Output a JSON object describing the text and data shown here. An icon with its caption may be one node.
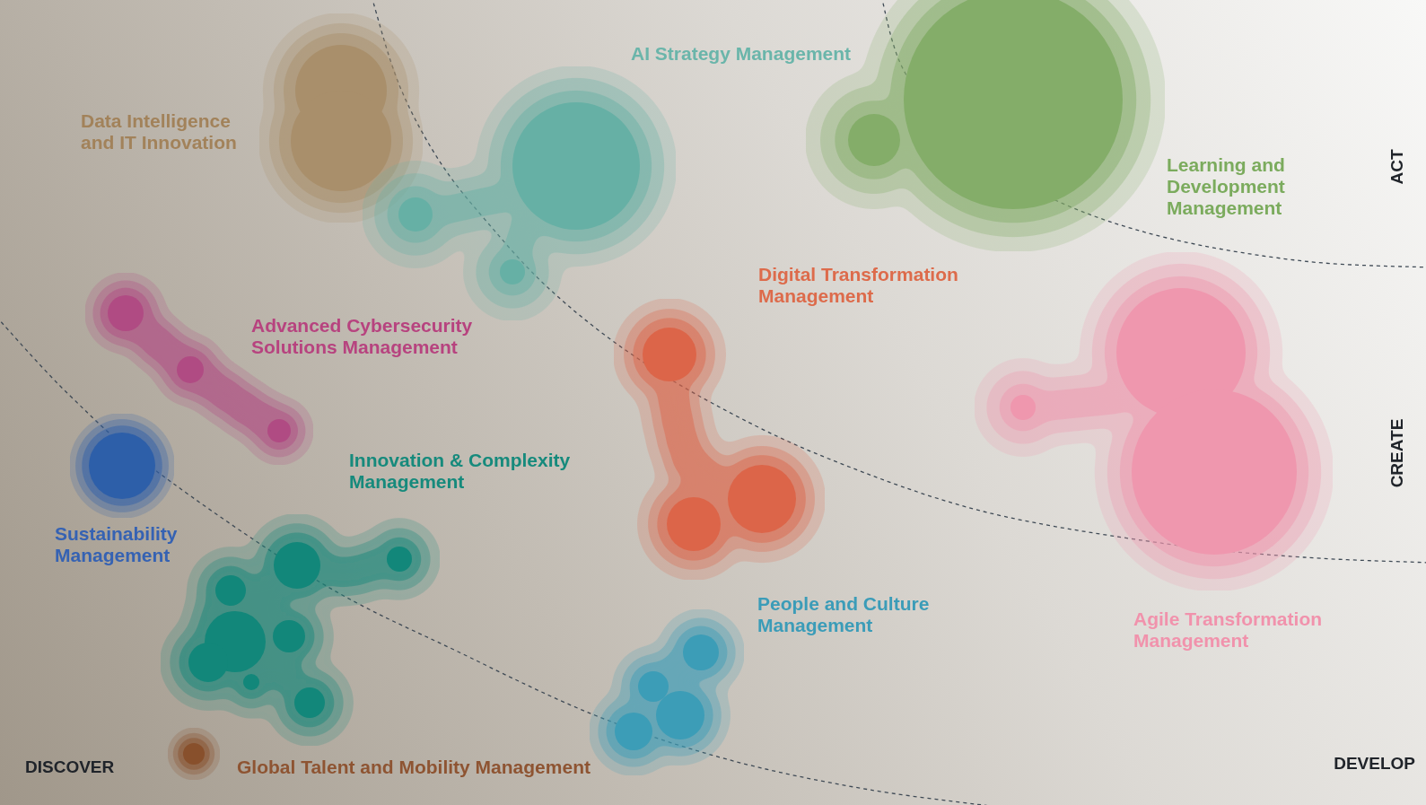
{
  "diagram": {
    "nodes": [
      {
        "text": [
          "Data Intelligence and IT Innovation"
        ]
      },
      {
        "text": [
          "AI Strategy Management"
        ]
      },
      {
        "text": [
          "Learning and Development Management"
        ]
      },
      {
        "text": [
          "Advanced Cybersecurity Solutions Management"
        ]
      },
      {
        "text": [
          "Digital Transformation Management"
        ]
      },
      {
        "text": [
          "Agile Transformation Management"
        ]
      },
      {
        "text": [
          "Sustainability Management"
        ]
      },
      {
        "text": [
          "Innovation & Complexity Management"
        ]
      },
      {
        "text": [
          "People and Culture Management"
        ]
      },
      {
        "text": [
          "Global Talent and Mobility Management"
        ]
      }
    ],
    "labels": [
      "ACT",
      "CREATE",
      "DISCOVER",
      "DEVELOP"
    ]
  }
}
